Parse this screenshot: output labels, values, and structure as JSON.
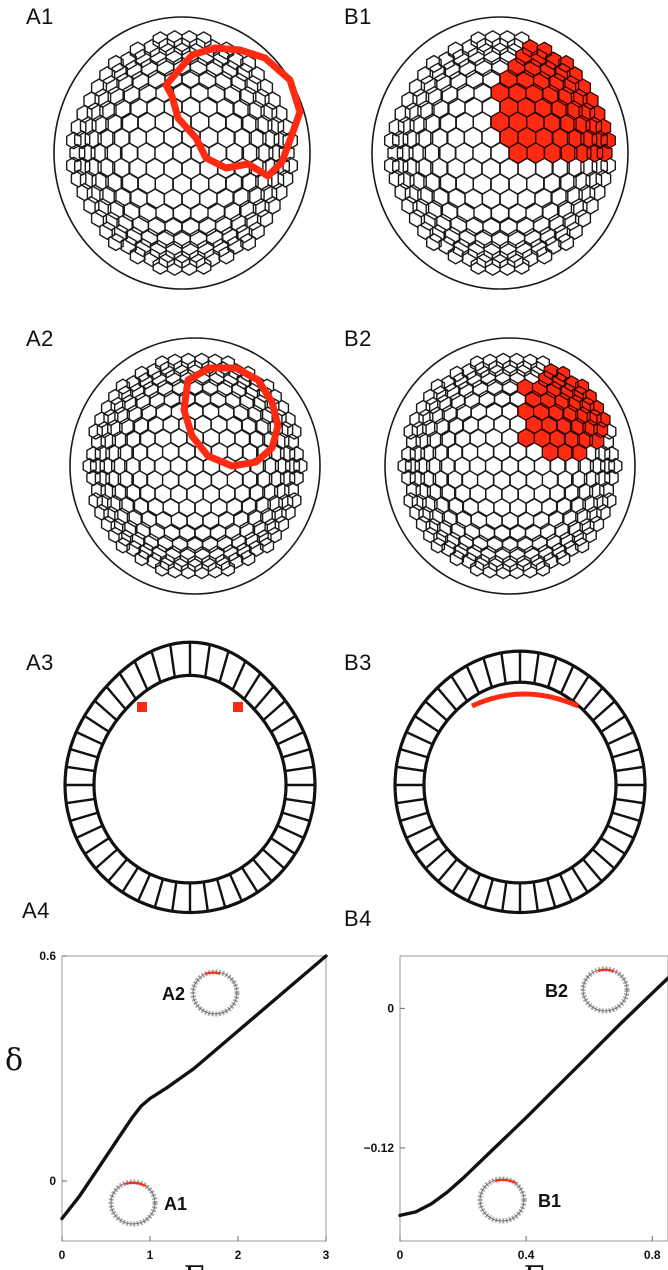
{
  "panels": {
    "A1": "A1",
    "B1": "B1",
    "A2": "A2",
    "B2": "B2",
    "A3": "A3",
    "B3": "B3",
    "A4": "A4",
    "B4": "B4"
  },
  "colors": {
    "highlight": "#ff2a12",
    "line": "#111111",
    "mesh": "#1a1a1a"
  },
  "chart_data": [
    {
      "type": "line",
      "panel": "A4",
      "xlabel": "Γ",
      "ylabel": "δ",
      "xlim": [
        0,
        3
      ],
      "x_ticks": [
        "0",
        "1",
        "2",
        "3"
      ],
      "y_ticks": [
        "0",
        "0.6"
      ],
      "annotations": [
        "A2",
        "A1"
      ],
      "series": [
        {
          "x": [
            0,
            0.2,
            0.4,
            0.6,
            0.8,
            0.9,
            1.0,
            1.2,
            1.5,
            2.0,
            2.5,
            3.0
          ],
          "y": [
            -0.1,
            -0.04,
            0.03,
            0.1,
            0.17,
            0.2,
            0.22,
            0.25,
            0.3,
            0.4,
            0.5,
            0.6
          ]
        }
      ]
    },
    {
      "type": "line",
      "panel": "B4",
      "xlabel": "Γ",
      "ylabel": "",
      "xlim": [
        0,
        0.85
      ],
      "x_ticks": [
        "0",
        "0.4",
        "0.8"
      ],
      "y_ticks": [
        "0",
        "−0.12"
      ],
      "annotations": [
        "B2",
        "B1"
      ],
      "series": [
        {
          "x": [
            0,
            0.05,
            0.1,
            0.15,
            0.2,
            0.3,
            0.4,
            0.5,
            0.6,
            0.7,
            0.8,
            0.85
          ],
          "y": [
            -0.178,
            -0.175,
            -0.168,
            -0.158,
            -0.146,
            -0.12,
            -0.094,
            -0.067,
            -0.04,
            -0.013,
            0.013,
            0.026
          ]
        }
      ]
    }
  ]
}
